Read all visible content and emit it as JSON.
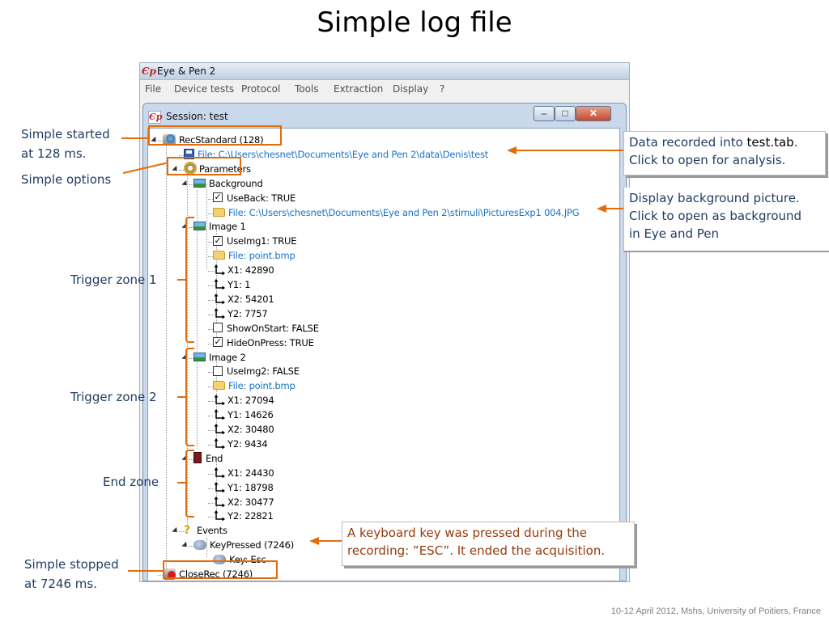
{
  "slide": {
    "title": "Simple log file",
    "footer": "10-12 April 2012, Mshs, University of Poitiers, France"
  },
  "app": {
    "title": "Eye & Pen 2",
    "icon_text": "Єp",
    "menu": [
      "File",
      "Device tests",
      "Protocol",
      "Tools",
      "Extraction",
      "Display",
      "?"
    ]
  },
  "session": {
    "title": "Session: test",
    "buttons": [
      "minimize",
      "maximize",
      "close"
    ]
  },
  "tree": [
    {
      "text": "RecStandard (128)",
      "icon": "rec-icon",
      "level": 1,
      "expander": true
    },
    {
      "text": "File: C:\\Users\\chesnet\\Documents\\Eye and Pen 2\\data\\Denis\\test",
      "icon": "floppy-icon",
      "level": 2,
      "link": true
    },
    {
      "text": "Parameters",
      "icon": "gear-icon",
      "level": 2,
      "expander": true
    },
    {
      "text": "Background",
      "icon": "picture-icon",
      "level": 3,
      "expander": true
    },
    {
      "text": "UseBack: TRUE",
      "icon": "checkbox-checked",
      "level": 4
    },
    {
      "text": "File: C:\\Users\\chesnet\\Documents\\Eye and Pen 2\\stimuli\\PicturesExp1 004.JPG",
      "icon": "folder-icon",
      "level": 4,
      "link": true
    },
    {
      "text": "Image 1",
      "icon": "picture-icon",
      "level": 3,
      "expander": true
    },
    {
      "text": "UseImg1: TRUE",
      "icon": "checkbox-checked",
      "level": 4
    },
    {
      "text": "File: point.bmp",
      "icon": "folder-icon",
      "level": 4,
      "link": true
    },
    {
      "text": "X1: 42890",
      "icon": "xy-icon",
      "level": 4
    },
    {
      "text": "Y1: 1",
      "icon": "xy-icon",
      "level": 4
    },
    {
      "text": "X2: 54201",
      "icon": "xy-icon",
      "level": 4
    },
    {
      "text": "Y2: 7757",
      "icon": "xy-icon",
      "level": 4
    },
    {
      "text": "ShowOnStart: FALSE",
      "icon": "checkbox-unchecked",
      "level": 4
    },
    {
      "text": "HideOnPress: TRUE",
      "icon": "checkbox-checked",
      "level": 4
    },
    {
      "text": "Image 2",
      "icon": "picture-icon",
      "level": 3,
      "expander": true
    },
    {
      "text": "UseImg2: FALSE",
      "icon": "checkbox-unchecked",
      "level": 4
    },
    {
      "text": "File: point.bmp",
      "icon": "folder-icon",
      "level": 4,
      "link": true
    },
    {
      "text": "X1: 27094",
      "icon": "xy-icon",
      "level": 4
    },
    {
      "text": "Y1: 14626",
      "icon": "xy-icon",
      "level": 4
    },
    {
      "text": "X2: 30480",
      "icon": "xy-icon",
      "level": 4
    },
    {
      "text": "Y2: 9434",
      "icon": "xy-icon",
      "level": 4
    },
    {
      "text": "End",
      "icon": "door-icon",
      "level": 3,
      "expander": true
    },
    {
      "text": "X1: 24430",
      "icon": "xy-icon",
      "level": 4
    },
    {
      "text": "Y1: 18798",
      "icon": "xy-icon",
      "level": 4
    },
    {
      "text": "X2: 30477",
      "icon": "xy-icon",
      "level": 4
    },
    {
      "text": "Y2: 22821",
      "icon": "xy-icon",
      "level": 4
    },
    {
      "text": "Events",
      "icon": "question-icon",
      "level": 2,
      "expander": true
    },
    {
      "text": "KeyPressed (7246)",
      "icon": "key-icon",
      "level": 3,
      "expander": true
    },
    {
      "text": "Key: Esc",
      "icon": "key-icon",
      "level": 4
    },
    {
      "text": "CloseRec (7246)",
      "icon": "closerec-icon",
      "level": 1
    }
  ],
  "annotations": {
    "started": [
      "Simple started",
      "at 128 ms."
    ],
    "options": "Simple options",
    "trigger1": "Trigger zone 1",
    "trigger2": "Trigger zone 2",
    "endzone": "End zone",
    "stopped": [
      "Simple stopped",
      "at 7246 ms."
    ],
    "data_recorded": {
      "prefix": "Data recorded into ",
      "file": "test.tab",
      "suffix": ".",
      "line2": "Click to open for analysis."
    },
    "background": [
      "Display background picture.",
      "Click to open as background",
      "in Eye and Pen"
    ],
    "keyboard": [
      "A keyboard key was pressed during the",
      "recording: ”ESC”. It ended the acquisition."
    ]
  },
  "colors": {
    "accent": "#e36c0a",
    "link": "#1a73c8",
    "label": "#1f3d63",
    "callout_brown": "#963b0b"
  }
}
